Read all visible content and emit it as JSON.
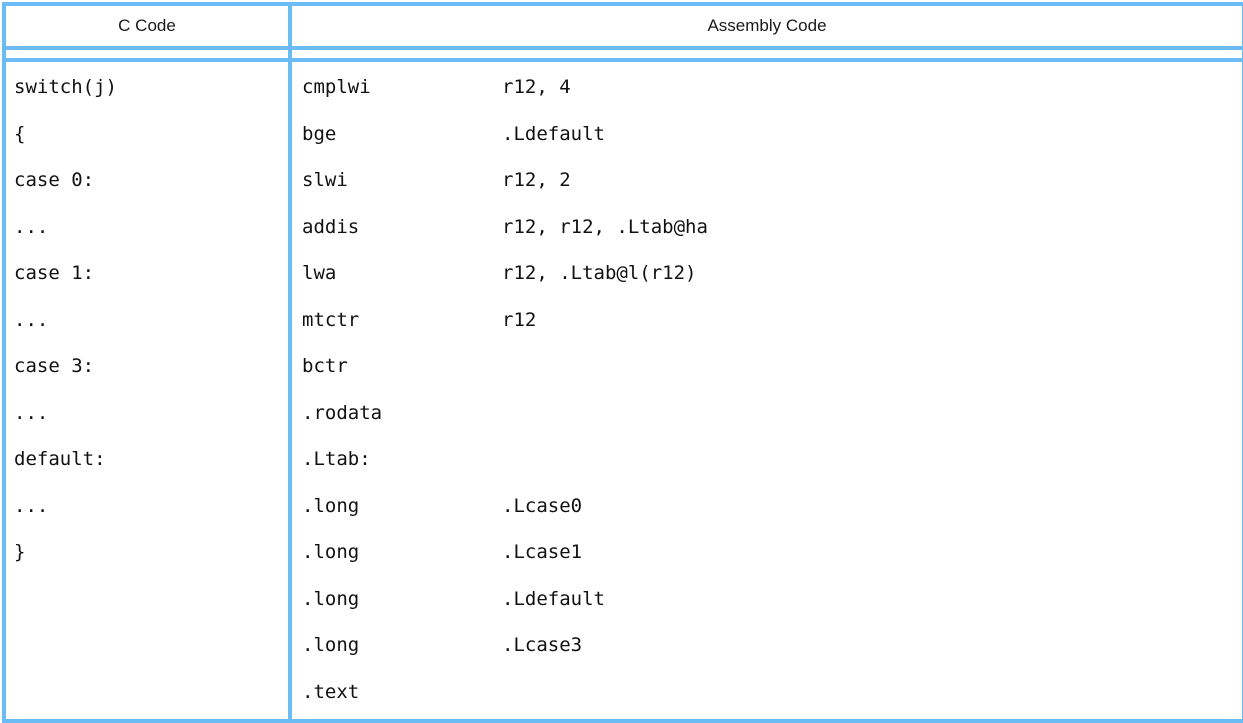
{
  "table": {
    "headers": {
      "c_code": "C Code",
      "assembly_code": "Assembly Code"
    },
    "colors": {
      "border": "#6BBCF5",
      "text": "#111111",
      "background": "#ffffff"
    },
    "c_code_lines": [
      "switch(j)",
      "{",
      "case 0:",
      "...",
      "case 1:",
      "...",
      "case 3:",
      "...",
      "default:",
      "...",
      "}"
    ],
    "assembly_lines": [
      {
        "mnemonic": "cmplwi",
        "operands": "r12, 4"
      },
      {
        "mnemonic": "bge",
        "operands": ".Ldefault"
      },
      {
        "mnemonic": "slwi",
        "operands": "r12, 2"
      },
      {
        "mnemonic": "addis",
        "operands": "r12, r12, .Ltab@ha"
      },
      {
        "mnemonic": "lwa",
        "operands": "r12, .Ltab@l(r12)"
      },
      {
        "mnemonic": "mtctr",
        "operands": "r12"
      },
      {
        "mnemonic": "bctr",
        "operands": ""
      },
      {
        "mnemonic": ".rodata",
        "operands": ""
      },
      {
        "mnemonic": ".Ltab:",
        "operands": ""
      },
      {
        "mnemonic": ".long",
        "operands": ".Lcase0"
      },
      {
        "mnemonic": ".long",
        "operands": ".Lcase1"
      },
      {
        "mnemonic": ".long",
        "operands": ".Ldefault"
      },
      {
        "mnemonic": ".long",
        "operands": ".Lcase3"
      },
      {
        "mnemonic": ".text",
        "operands": ""
      }
    ]
  }
}
